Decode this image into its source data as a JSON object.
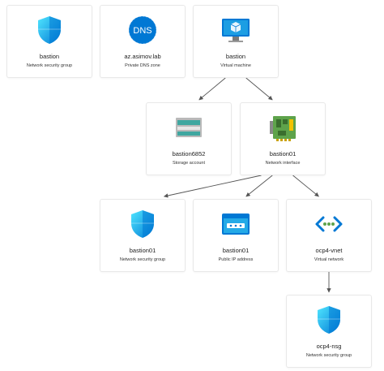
{
  "colors": {
    "edge": "#555555",
    "azure_blue": "#0078d4",
    "azure_light": "#50e6ff",
    "green": "#5ea34b",
    "storage_teal": "#3fa7a0"
  },
  "nodes": [
    {
      "id": "nsg-bastion",
      "title": "bastion",
      "subtitle": "Network security group",
      "icon": "shield-icon"
    },
    {
      "id": "dns-zone",
      "title": "az.asimov.lab",
      "subtitle": "Private DNS zone",
      "icon": "dns-icon"
    },
    {
      "id": "vm-bastion",
      "title": "bastion",
      "subtitle": "Virtual machine",
      "icon": "monitor-icon"
    },
    {
      "id": "storage-bastion6852",
      "title": "bastion6852",
      "subtitle": "Storage account",
      "icon": "storage-icon"
    },
    {
      "id": "nic-bastion01",
      "title": "bastion01",
      "subtitle": "Network interface",
      "icon": "network-card-icon"
    },
    {
      "id": "nsg-bastion01",
      "title": "bastion01",
      "subtitle": "Network security group",
      "icon": "shield-icon"
    },
    {
      "id": "pip-bastion01",
      "title": "bastion01",
      "subtitle": "Public IP address",
      "icon": "public-ip-icon"
    },
    {
      "id": "vnet-ocp4",
      "title": "ocp4-vnet",
      "subtitle": "Virtual network",
      "icon": "vnet-icon"
    },
    {
      "id": "nsg-ocp4",
      "title": "ocp4-nsg",
      "subtitle": "Network security group",
      "icon": "shield-icon"
    }
  ],
  "dns_icon_text": "DNS",
  "edges": [
    {
      "from": "vm-bastion",
      "to": "storage-bastion6852"
    },
    {
      "from": "vm-bastion",
      "to": "nic-bastion01"
    },
    {
      "from": "nic-bastion01",
      "to": "nsg-bastion01"
    },
    {
      "from": "nic-bastion01",
      "to": "pip-bastion01"
    },
    {
      "from": "nic-bastion01",
      "to": "vnet-ocp4"
    },
    {
      "from": "vnet-ocp4",
      "to": "nsg-ocp4"
    }
  ]
}
